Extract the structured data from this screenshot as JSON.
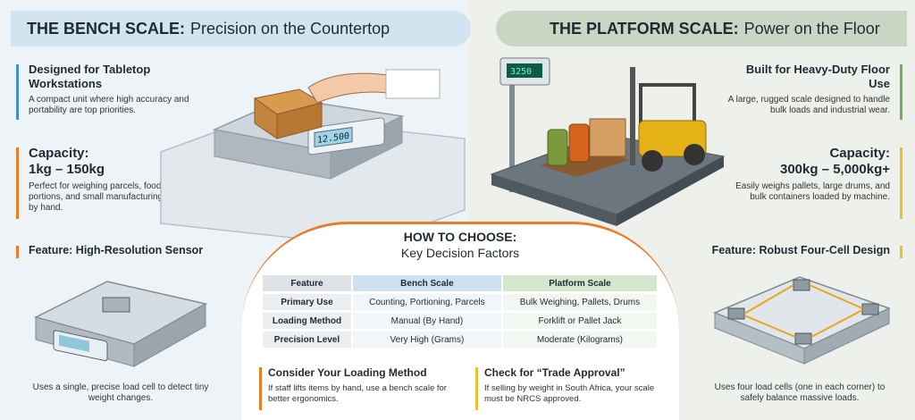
{
  "left_header": {
    "bold": "THE BENCH SCALE:",
    "rest": "Precision on the Countertop"
  },
  "right_header": {
    "bold": "THE PLATFORM SCALE:",
    "rest": "Power on the Floor"
  },
  "bench": {
    "designed_title": "Designed for Tabletop Workstations",
    "designed_body": "A compact unit where high accuracy and portability are top priorities.",
    "capacity_title": "Capacity:",
    "capacity_value": "1kg – 150kg",
    "capacity_body": "Perfect for weighing parcels, food portions, and small manufacturing parts by hand.",
    "feature_title": "Feature: High-Resolution Sensor",
    "feature_caption": "Uses a single, precise load cell to detect tiny weight changes.",
    "display_reading": "12.500"
  },
  "platform": {
    "built_title": "Built for Heavy-Duty Floor Use",
    "built_body": "A large, rugged scale designed to handle bulk loads and industrial wear.",
    "capacity_title": "Capacity:",
    "capacity_value": "300kg – 5,000kg+",
    "capacity_body": "Easily weighs pallets, large drums, and bulk containers loaded by machine.",
    "feature_title": "Feature: Robust Four-Cell Design",
    "feature_caption": "Uses four load cells (one in each corner) to safely balance massive loads.",
    "display_reading": "3250"
  },
  "center": {
    "title1": "HOW TO CHOOSE:",
    "title2": "Key Decision Factors",
    "table": {
      "headers": [
        "Feature",
        "Bench Scale",
        "Platform Scale"
      ],
      "rows": [
        [
          "Primary Use",
          "Counting, Portioning, Parcels",
          "Bulk Weighing, Pallets, Drums"
        ],
        [
          "Loading Method",
          "Manual (By Hand)",
          "Forklift or Pallet Jack"
        ],
        [
          "Precision Level",
          "Very High (Grams)",
          "Moderate (Kilograms)"
        ]
      ]
    },
    "tip1_title": "Consider Your Loading Method",
    "tip1_body": "If staff lifts items by hand, use a bench scale for better ergonomics.",
    "tip2_title": "Check for “Trade Approval”",
    "tip2_body": "If selling by weight in South Africa, your scale must be NRCS approved."
  },
  "colors": {
    "blue": "#3c8fd1",
    "orange": "#e97e2a",
    "green": "#6fae5a",
    "yellow": "#e7c22d"
  }
}
